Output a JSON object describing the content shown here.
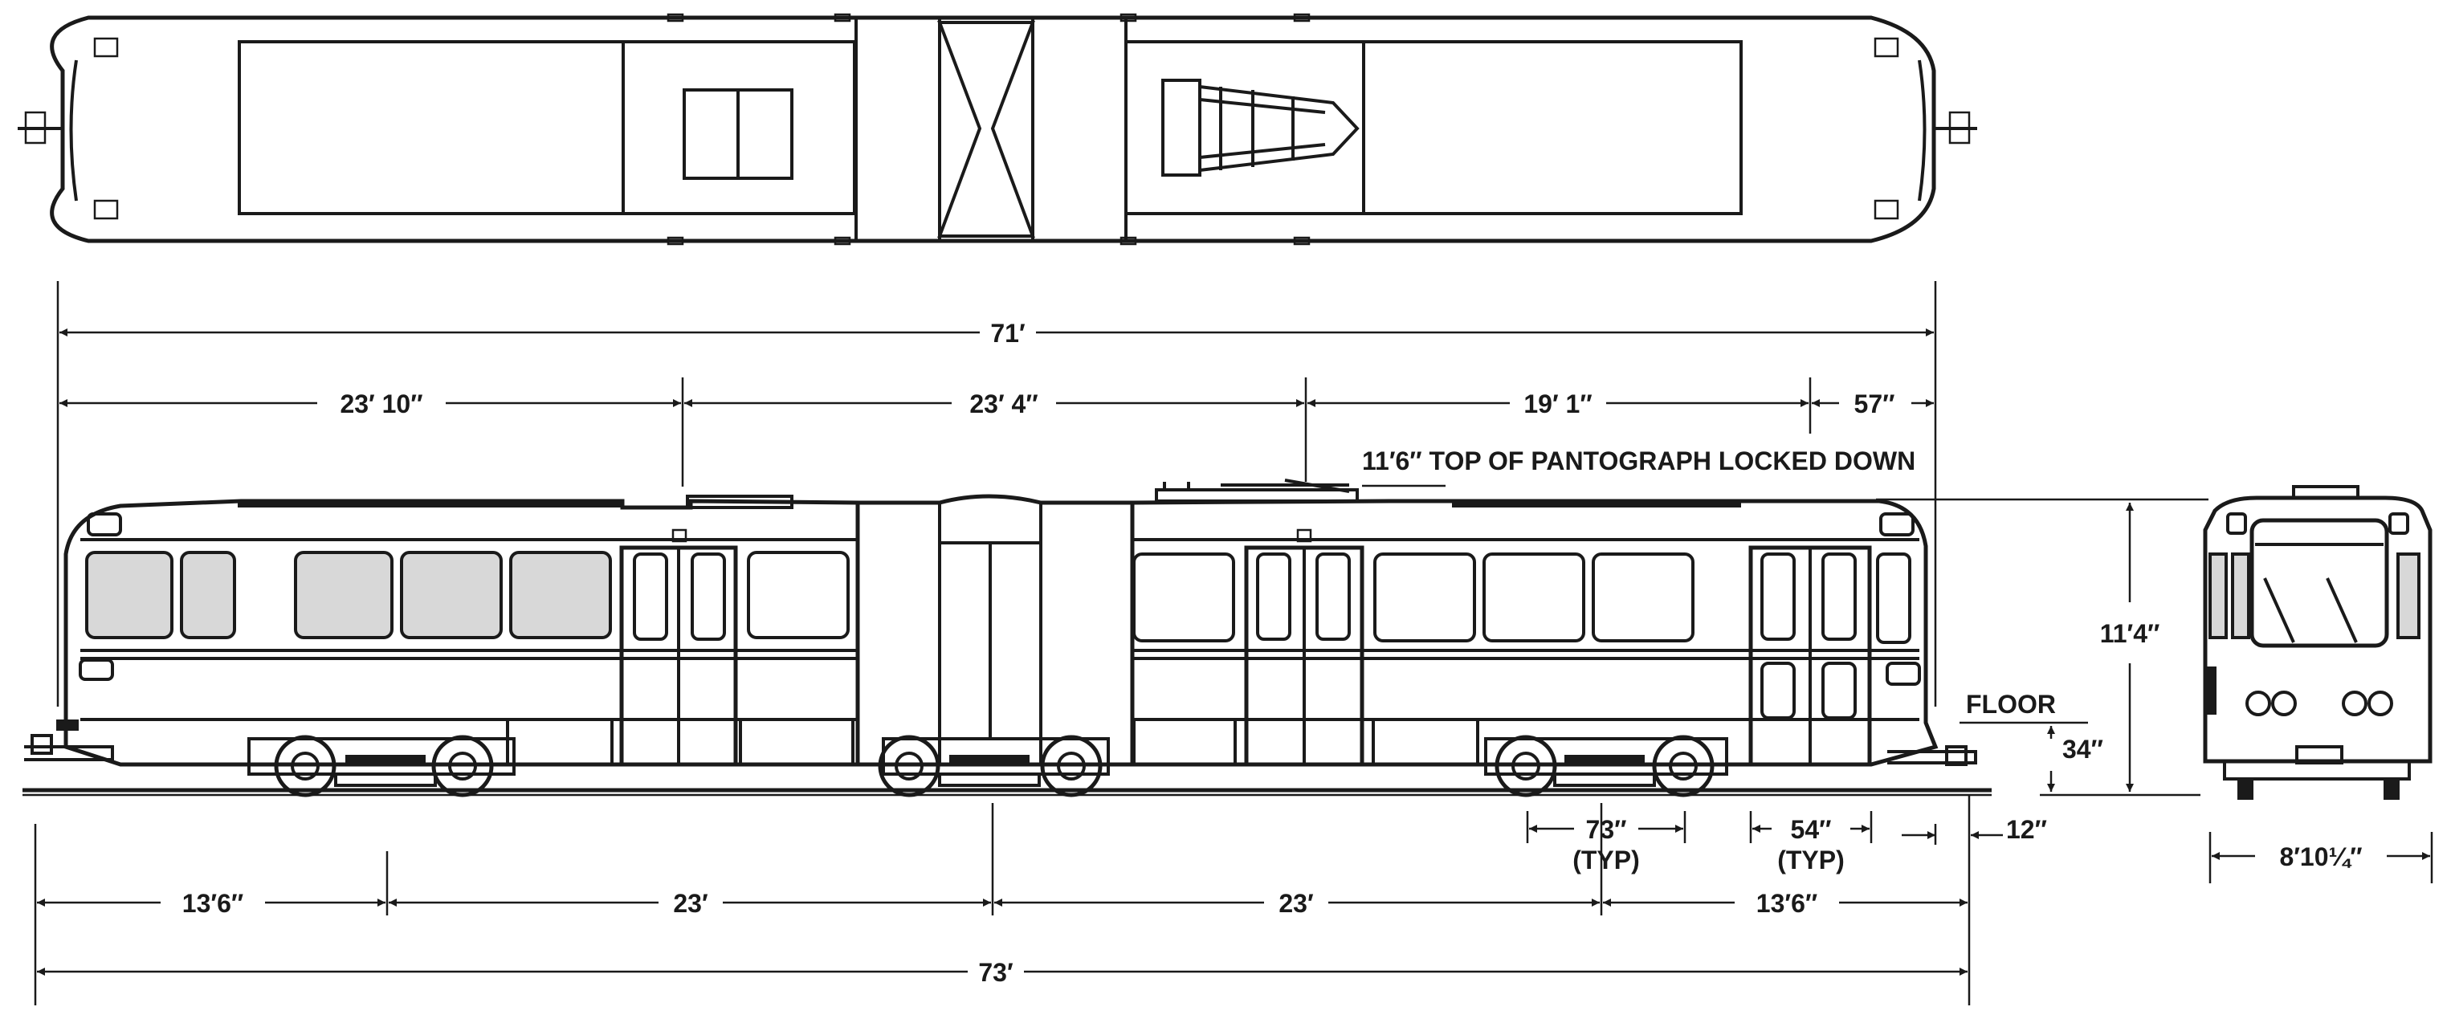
{
  "colors": {
    "ink": "#1a1a1a",
    "paper": "#ffffff",
    "glass": "#d8d8d8"
  },
  "dimensions": {
    "overall_body": "71′",
    "front_section": "23′ 10″",
    "middle_section": "23′ 4″",
    "rear_section": "19′ 1″",
    "rear_overhang": "57″",
    "height": "11′4″",
    "floor_height": "34″",
    "door_width": "73″",
    "door_width_note": "(TYP)",
    "window_width": "54″",
    "window_width_note": "(TYP)",
    "coupler": "12″",
    "truck_front_overhang": "13′6″",
    "truck_spacing_1": "23′",
    "truck_spacing_2": "23′",
    "truck_rear_overhang": "13′6″",
    "overall_coupled": "73′",
    "car_width": "8′10¼″"
  },
  "notes": {
    "pantograph": "11′6″  TOP OF PANTOGRAPH LOCKED DOWN",
    "floor": "FLOOR"
  }
}
